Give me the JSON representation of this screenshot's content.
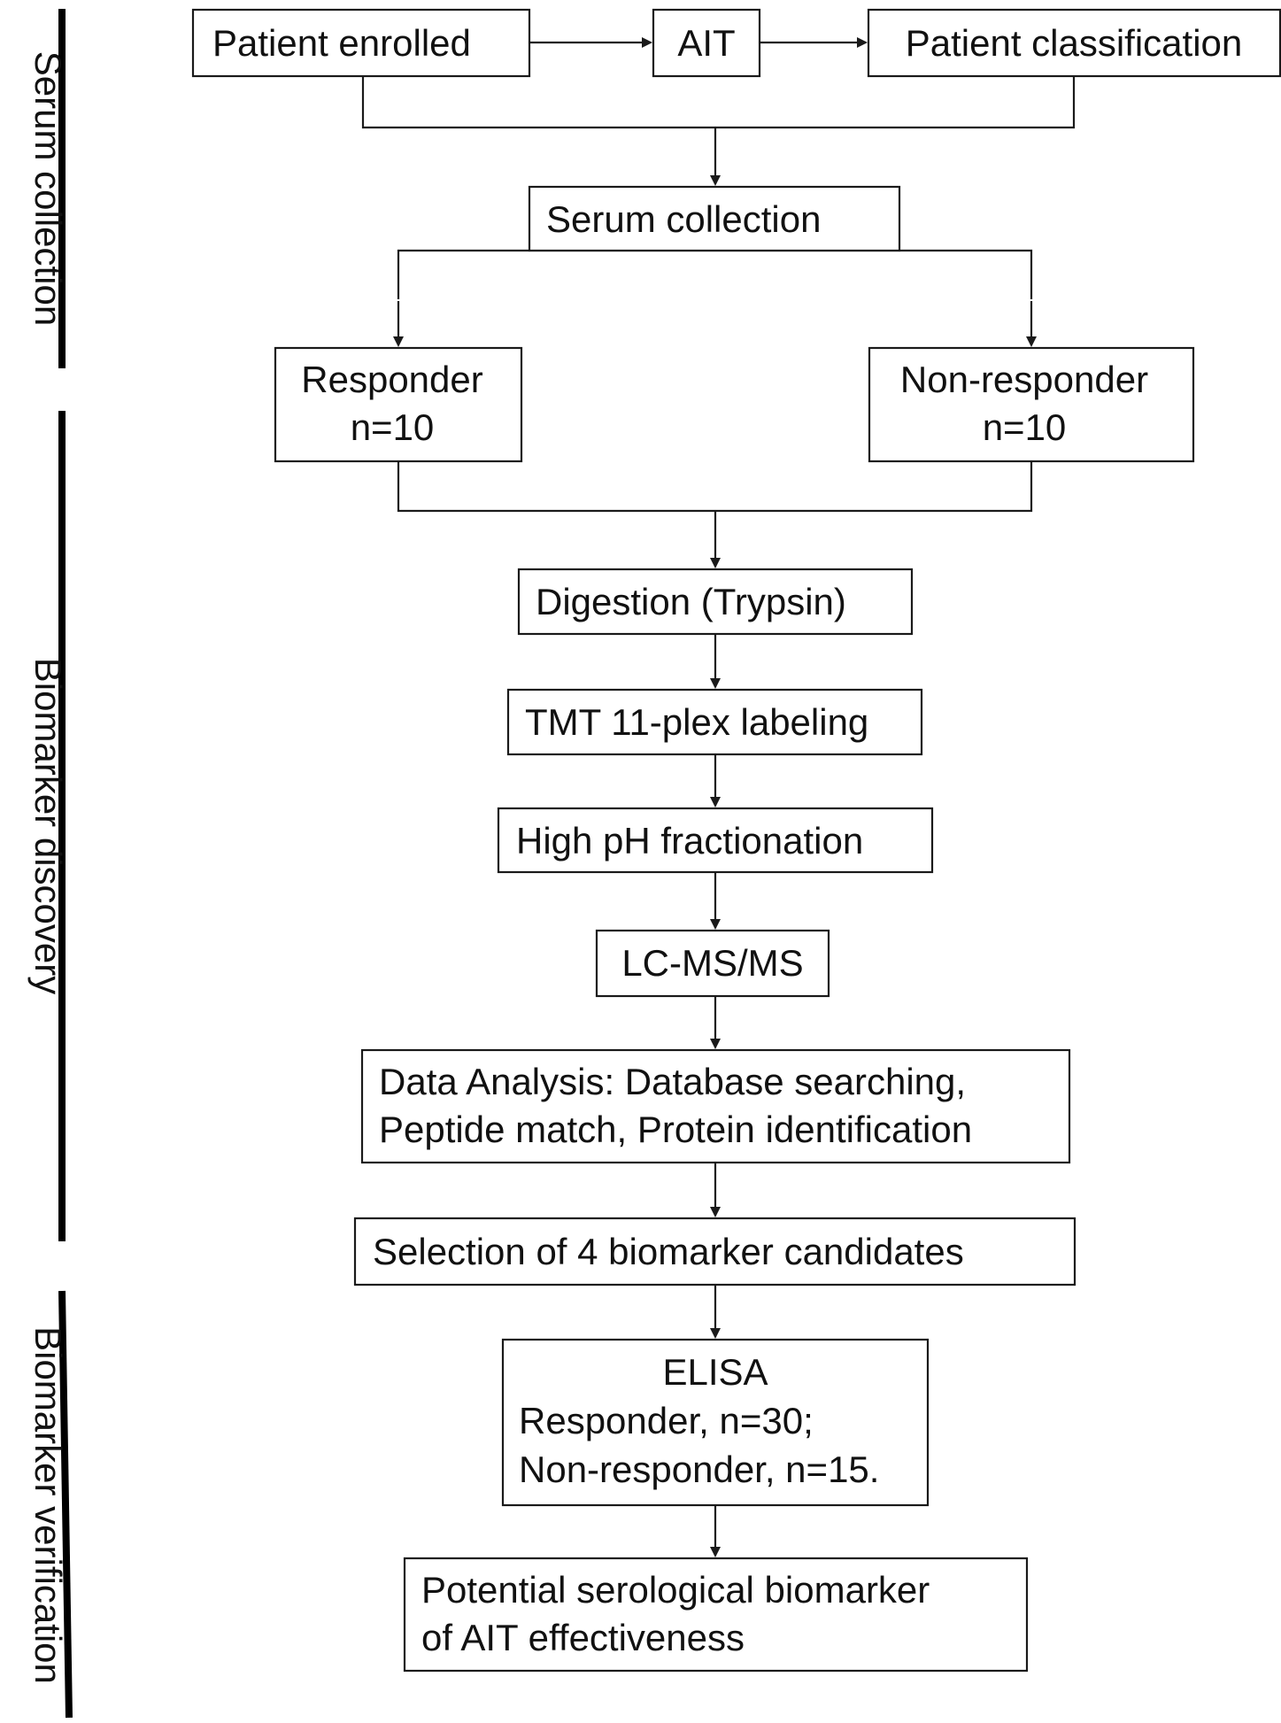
{
  "stages": [
    {
      "id": "stage-serum",
      "label": "Serum collection"
    },
    {
      "id": "stage-discovery",
      "label": "Biomarker discovery"
    },
    {
      "id": "stage-verification",
      "label": "Biomarker verification"
    }
  ],
  "nodes": {
    "patient_enrolled": {
      "lines": [
        "Patient enrolled"
      ]
    },
    "ait": {
      "lines": [
        "AIT"
      ]
    },
    "patient_classification": {
      "lines": [
        "Patient classification"
      ]
    },
    "serum_collection": {
      "lines": [
        "Serum collection"
      ]
    },
    "responder": {
      "lines": [
        "Responder",
        "n=10"
      ]
    },
    "non_responder": {
      "lines": [
        "Non-responder",
        "n=10"
      ]
    },
    "digestion": {
      "lines": [
        "Digestion (Trypsin)"
      ]
    },
    "tmt": {
      "lines": [
        "TMT 11-plex labeling"
      ]
    },
    "fractionation": {
      "lines": [
        "High pH fractionation"
      ]
    },
    "lcms": {
      "lines": [
        "LC-MS/MS"
      ]
    },
    "data_analysis": {
      "lines": [
        "Data Analysis: Database searching,",
        "Peptide match, Protein identification"
      ]
    },
    "selection": {
      "lines": [
        "Selection of 4 biomarker candidates"
      ]
    },
    "elisa": {
      "lines": [
        "ELISA",
        "Responder, n=30;",
        "Non-responder, n=15."
      ]
    },
    "potential": {
      "lines": [
        "Potential serological biomarker",
        "of AIT effectiveness"
      ]
    }
  },
  "colors": {
    "line": "#1a1a1a",
    "bar": "#000000",
    "text": "#111111",
    "background": "#ffffff"
  }
}
